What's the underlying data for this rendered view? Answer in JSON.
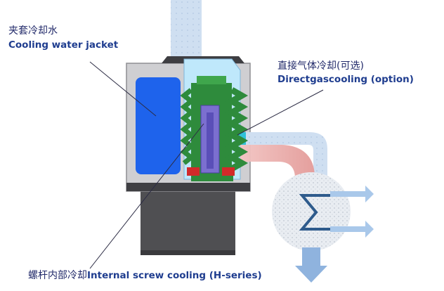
{
  "labels": {
    "cooling_water_jacket_cn": "夹套冷却水",
    "cooling_water_jacket_en": "Cooling water jacket",
    "direct_gas_cooling_cn": "直接气体冷却(可选)",
    "direct_gas_cooling_en": "Directgascooling (option)",
    "internal_screw_cooling_cn": "螺杆内部冷却",
    "internal_screw_cooling_en": "Internal screw cooling (H-series)"
  },
  "colors": {
    "gas_flow": "#cfe0f2",
    "hot_gas": "#e8aaa8",
    "cooling_jacket": "#1e63ec",
    "screw": "#2e8b3c",
    "shaft": "#7b6fd0",
    "seal": "#d22a2a",
    "housing": "#c9c9cc",
    "base": "#4a4a4d",
    "label_text": "#1f3d8f"
  }
}
